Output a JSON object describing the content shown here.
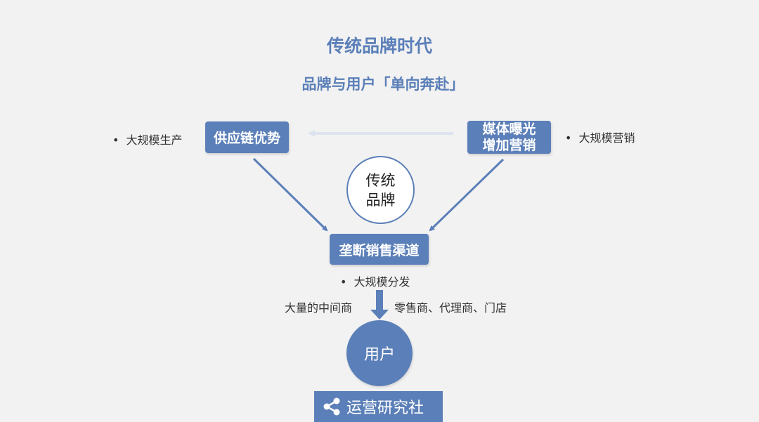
{
  "header": {
    "title": "传统品牌时代",
    "subtitle": "品牌与用户「单向奔赴」"
  },
  "nodes": {
    "supply_chain": "供应链优势",
    "media": [
      "媒体曝光",
      "增加营销"
    ],
    "brand": [
      "传统",
      "品牌"
    ],
    "channel": "垄断销售渠道",
    "user": "用户"
  },
  "bullets": {
    "left": "大规模生产",
    "right": "大规模营销",
    "middle": "大规模分发",
    "dot": "•"
  },
  "notes": {
    "left": "大量的中间商",
    "right": "零售商、代理商、门店"
  },
  "logo": {
    "text": "运营研究社",
    "icon": "share-icon"
  },
  "colors": {
    "accent": "#5b7fb8",
    "background": "#f2f2f2",
    "faint_arrow": "#dde4ef"
  }
}
